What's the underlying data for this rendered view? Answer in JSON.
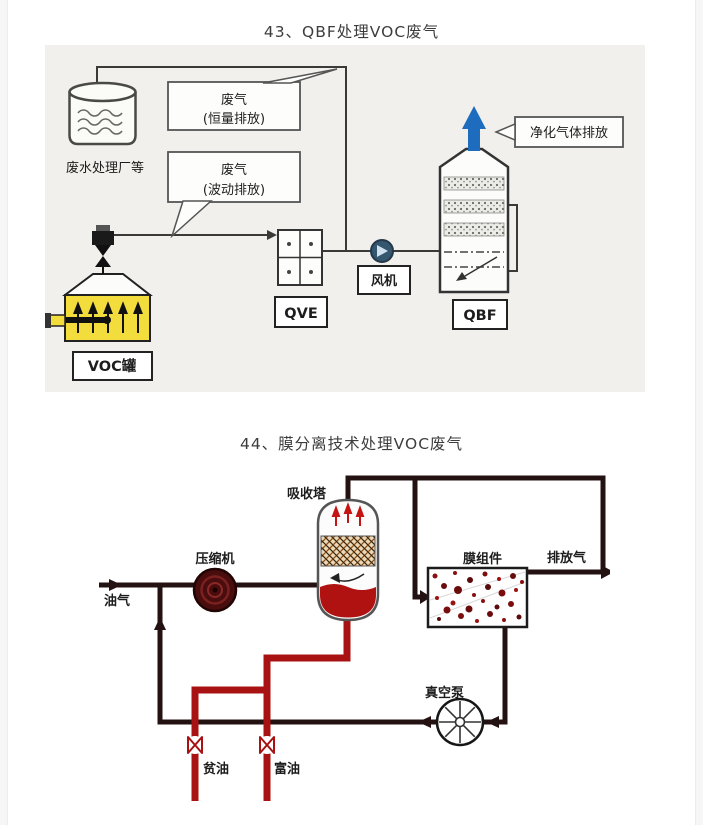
{
  "titles": {
    "diagram1": "43、QBF处理VOC废气",
    "diagram2": "44、膜分离技术处理VOC废气"
  },
  "diagram1": {
    "source_label": "废水处理厂等",
    "callout_constant": {
      "line1": "废气",
      "line2": "(恒量排放)"
    },
    "callout_fluctuating": {
      "line1": "废气",
      "line2": "(波动排放)"
    },
    "voc_tank_label": "VOC罐",
    "qve_label": "QVE",
    "fan_label": "风机",
    "qbf_label": "QBF",
    "purified_label": "净化气体排放"
  },
  "diagram2": {
    "absorption_tower_label": "吸收塔",
    "compressor_label": "压缩机",
    "oil_gas_label": "油气",
    "membrane_label": "膜组件",
    "exhaust_label": "排放气",
    "vacuum_pump_label": "真空泵",
    "lean_oil_label": "贫油",
    "rich_oil_label": "富油"
  },
  "colors": {
    "purified_arrow_blue": "#1d6cbd",
    "voc_tank_yellow": "#f2dd3d",
    "oil_pipe_red": "#a81212",
    "gas_pipe_dark": "#241111",
    "diagram1_bg": "#f1f0ec"
  }
}
